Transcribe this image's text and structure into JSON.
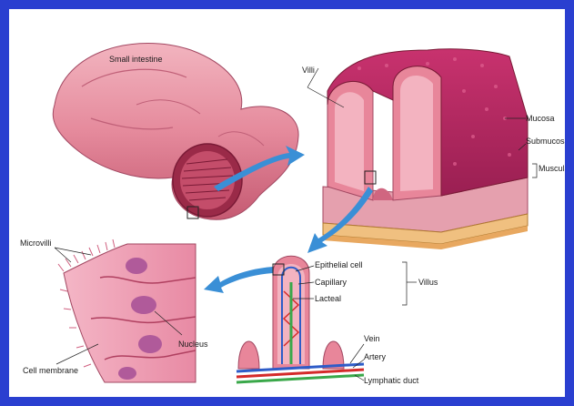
{
  "labels": {
    "small_intestine": "Small intestine",
    "villi": "Villi",
    "mucosa": "Mucosa",
    "submucosa": "Submucosa",
    "muscularis": "Muscularis",
    "microvilli": "Microvilli",
    "nucleus": "Nucleus",
    "cell_membrane": "Cell membrane",
    "epithelial_cell": "Epithelial cell",
    "capillary": "Capillary",
    "lacteal": "Lacteal",
    "villus": "Villus",
    "vein": "Vein",
    "artery": "Artery",
    "lymphatic_duct": "Lymphatic duct"
  },
  "colors": {
    "frame": "#2a3fd0",
    "tissue_pink": "#e8869a",
    "tissue_dark": "#b8405c",
    "mucosa_magenta": "#c0306a",
    "arrow_blue": "#3a8fd6",
    "vein_blue": "#2e5cc8",
    "artery_red": "#d42a2a",
    "lymph_green": "#3aa84a"
  }
}
